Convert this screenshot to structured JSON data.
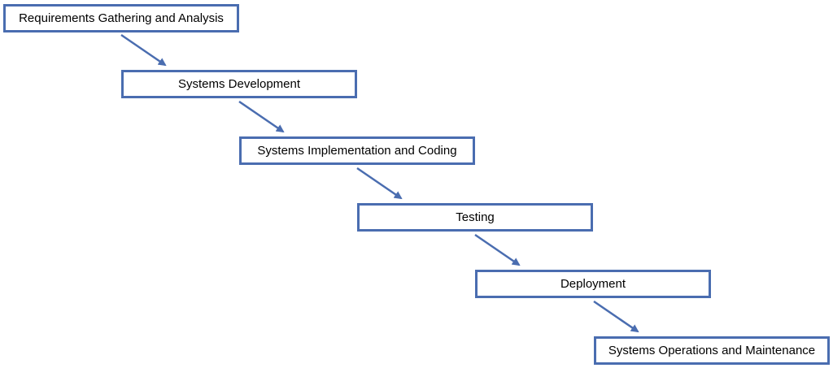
{
  "diagram": {
    "accent_color": "#4a6db0",
    "steps": [
      {
        "label": "Requirements Gathering and Analysis"
      },
      {
        "label": "Systems Development"
      },
      {
        "label": "Systems Implementation and Coding"
      },
      {
        "label": "Testing"
      },
      {
        "label": "Deployment"
      },
      {
        "label": "Systems Operations and Maintenance"
      }
    ],
    "connector_icon": "arrow-right-down-icon"
  }
}
